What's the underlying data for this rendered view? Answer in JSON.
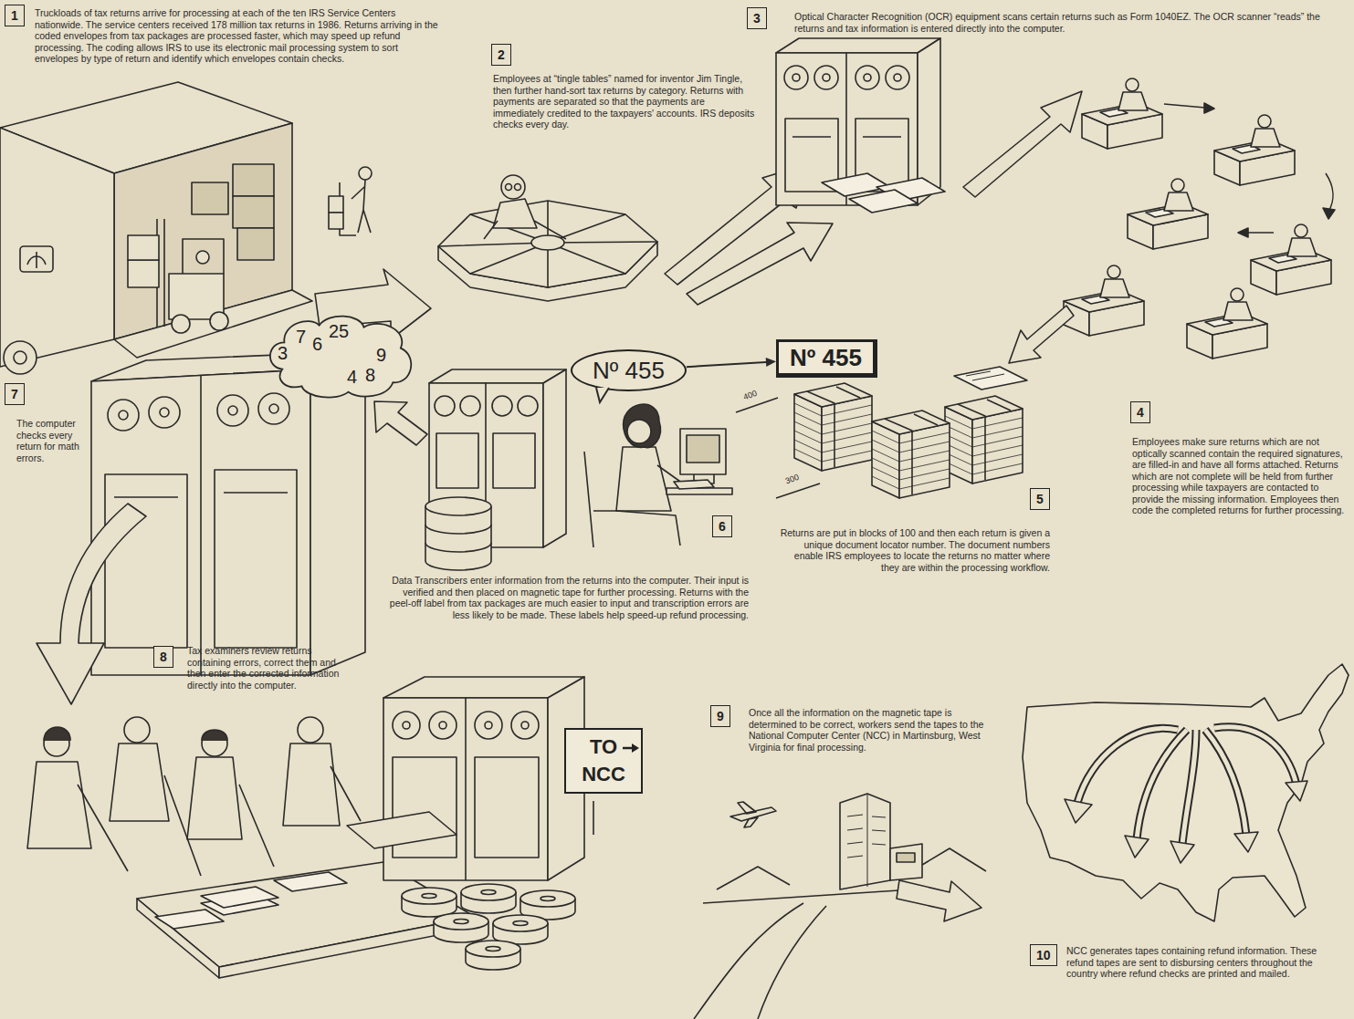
{
  "diagram": {
    "nodes": [
      {
        "text": [
          "1"
        ]
      },
      {
        "text": [
          "2"
        ]
      },
      {
        "text": [
          "3"
        ]
      },
      {
        "text": [
          "3",
          "7",
          "6",
          "25",
          "9",
          "4",
          "8"
        ]
      },
      {
        "text": [
          "7"
        ]
      },
      {
        "text": [
          "Nº 455"
        ]
      },
      {
        "text": [
          "Nº 455"
        ]
      },
      {
        "text": [
          "4"
        ]
      },
      {
        "text": [
          "5"
        ]
      },
      {
        "text": [
          "6"
        ]
      },
      {
        "text": [
          "8"
        ]
      },
      {
        "text": [
          "TO NCC"
        ]
      },
      {
        "text": [
          "9"
        ]
      },
      {
        "text": [
          "10"
        ]
      }
    ],
    "edges": [
      {
        "from": 5,
        "to": 6,
        "arrow": "to"
      }
    ],
    "labels": [
      "Truckloads of tax returns arrive for processing at each of the ten IRS Service Centers nationwide. The service centers received 178 million tax returns in 1986. Returns arriving in the coded envelopes from tax packages are processed faster, which may speed up refund processing. The coding allows IRS to use its electronic mail processing system to sort envelopes by type of return and identify which envelopes contain checks.",
      "Employees at “tingle tables” named for inventor Jim Tingle, then further hand-sort tax returns by category. Returns with payments are separated so that the payments are immediately credited to the taxpayers' accounts. IRS deposits checks every day.",
      "Optical Character Recognition (OCR) equipment scans certain returns such as Form 1040EZ. The OCR scanner “reads” the returns and tax information is entered directly into the computer.",
      "Employees make sure returns which are not optically scanned contain the required signatures, are filled-in and have all forms attached. Returns which are not complete will be held from further processing while taxpayers are contacted to provide the missing information. Employees then code the completed returns for further processing.",
      "Returns are put in blocks of 100 and then each return is given a unique document locator number. The document numbers enable IRS employees to locate the returns no matter where they are within the processing workflow.",
      "Data Transcribers enter information from the returns into the computer. Their input is verified and then placed on magnetic tape for further processing. Returns with the peel-off label from tax packages are much easier to input and transcription errors are less likely to be made. These labels help speed-up refund processing.",
      "The computer checks every return for math errors.",
      "Tax examiners review returns containing errors, correct them and then enter the corrected information directly into the computer.",
      "Once all the information on the magnetic tape is determined to be correct, workers send the tapes to the National Computer Center (NCC) in Martinsburg, West Virginia for final processing.",
      "NCC generates tapes containing refund information. These refund tapes are sent to disbursing centers throughout the country where refund checks are printed and mailed.",
      "400",
      "300"
    ]
  }
}
